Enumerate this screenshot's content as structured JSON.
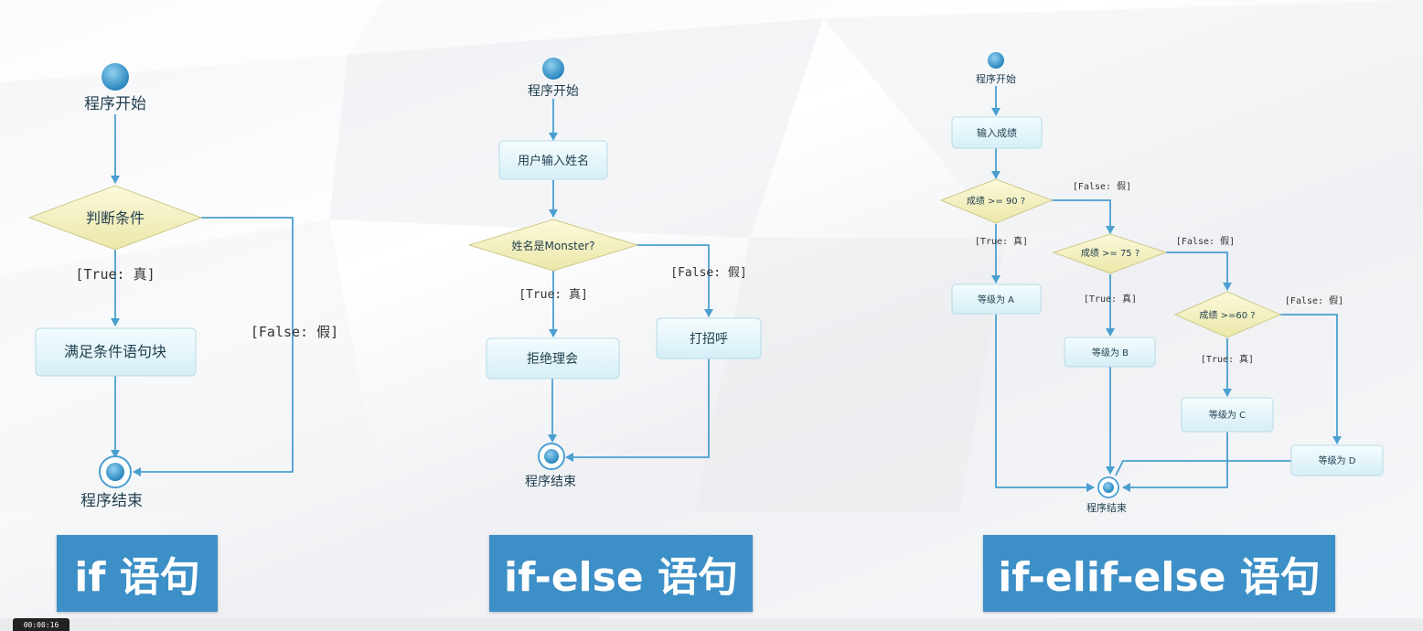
{
  "flowcharts": {
    "if": {
      "start": "程序开始",
      "condition": "判断条件",
      "true_label": "[True: 真]",
      "false_label": "[False: 假]",
      "true_block": "满足条件语句块",
      "end": "程序结束",
      "title": "if 语句"
    },
    "if_else": {
      "start": "程序开始",
      "input": "用户输入姓名",
      "condition": "姓名是Monster?",
      "true_label": "[True: 真]",
      "false_label": "[False: 假]",
      "true_block": "拒绝理会",
      "false_block": "打招呼",
      "end": "程序结束",
      "title": "if-else 语句"
    },
    "if_elif_else": {
      "start": "程序开始",
      "input": "输入成绩",
      "cond1": "成绩 >= 90 ?",
      "cond2": "成绩 >= 75 ?",
      "cond3": "成绩 >=60 ?",
      "true_label": "[True: 真]",
      "false_label": "[False: 假]",
      "grade_a": "等级为 A",
      "grade_b": "等级为 B",
      "grade_c": "等级为 C",
      "grade_d": "等级为 D",
      "end": "程序结束",
      "title": "if-elif-else 语句"
    }
  },
  "video": {
    "timestamp": "00:00:16"
  },
  "colors": {
    "line": "#4a9fd0",
    "node_fill": "#e4f6fb",
    "diamond_fill": "#f5f2c4",
    "label_bg": "#3d8fc7"
  }
}
